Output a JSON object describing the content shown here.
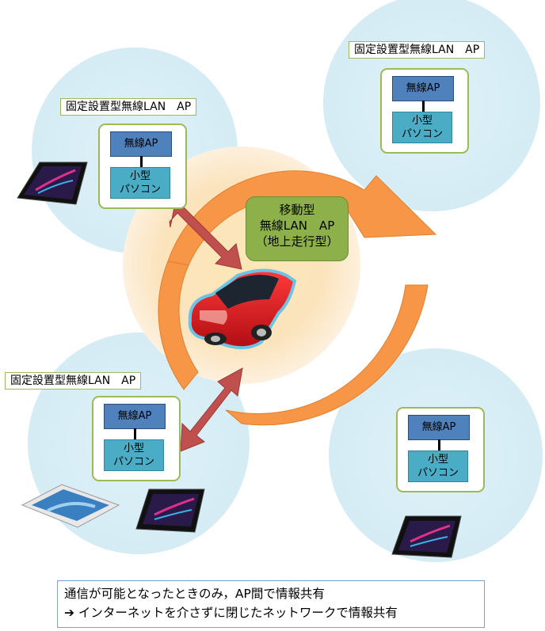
{
  "fixed_ap_label": "固定設置型無線LAN　AP",
  "ap_label": "無線AP",
  "pc_label_line1": "小型",
  "pc_label_line2": "パソコン",
  "mobile_ap": {
    "line1": "移動型",
    "line2": "無線LAN　AP",
    "line3": "（地上走行型）"
  },
  "summary": {
    "line1": "通信が可能となったときのみ，AP間で情報共有",
    "line2": "➔ インターネットを介さずに閉じたネットワークで情報共有"
  },
  "colors": {
    "cycle_arrow": "#f79646",
    "link_arrow": "#c0504d",
    "zone": "#dbeef6",
    "ap_box": "#4f81bd",
    "pc_box": "#4bacc6",
    "mobile_box": "#8db04a",
    "car": "#e8202a"
  }
}
